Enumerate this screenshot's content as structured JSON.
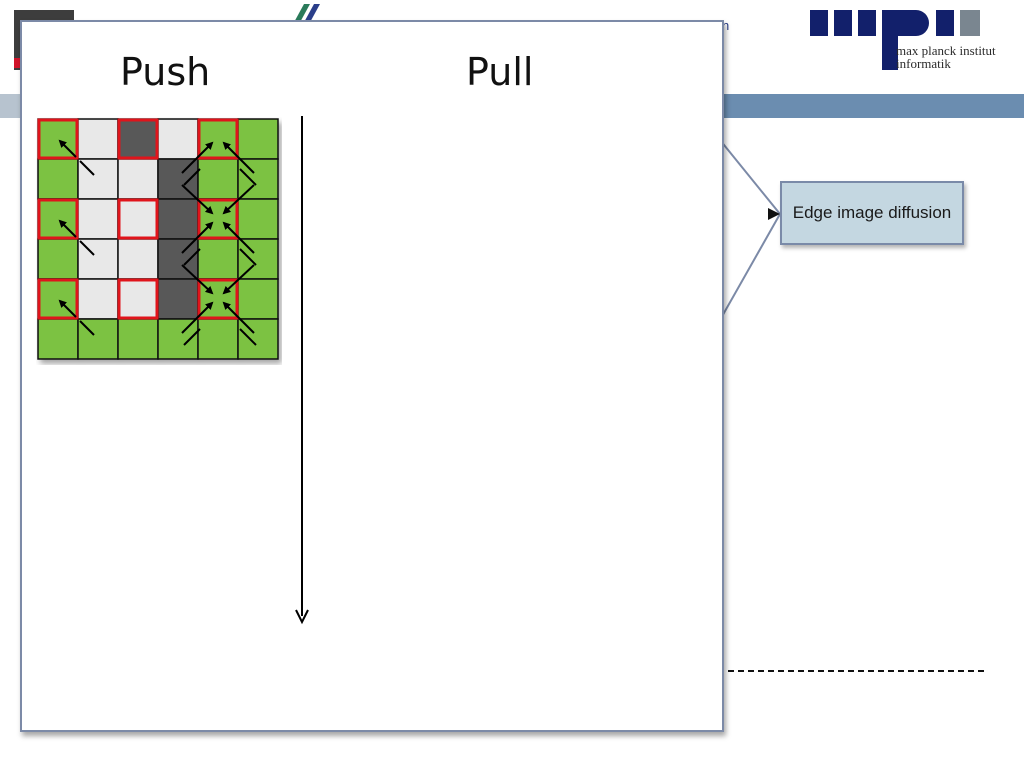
{
  "header": {
    "tail_text": "n",
    "mpi_line1": "max planck institut",
    "mpi_line2": "informatik"
  },
  "slide": {
    "push_title": "Push",
    "pull_title": "Pull",
    "callout_text": "Edge image diffusion"
  },
  "grid": {
    "cols": 6,
    "rows": 6,
    "cell_colors": {
      "g": "#7cc242",
      "w": "#e8e8e8",
      "d": "#585858"
    },
    "cells": [
      "gwdwgg",
      "gwwdgg",
      "gwwdgg",
      "gwwdgg",
      "gwwdgg",
      "gggggg"
    ],
    "highlight_color": "#e0141b",
    "highlighted": [
      [
        0,
        0
      ],
      [
        0,
        2
      ],
      [
        0,
        4
      ],
      [
        2,
        0
      ],
      [
        2,
        2
      ],
      [
        2,
        4
      ],
      [
        4,
        0
      ],
      [
        4,
        2
      ],
      [
        4,
        4
      ]
    ]
  },
  "colors": {
    "header_band": "#6b8db0",
    "panel_border": "#7c8aa7",
    "callout_fill": "#c4d7e1"
  }
}
